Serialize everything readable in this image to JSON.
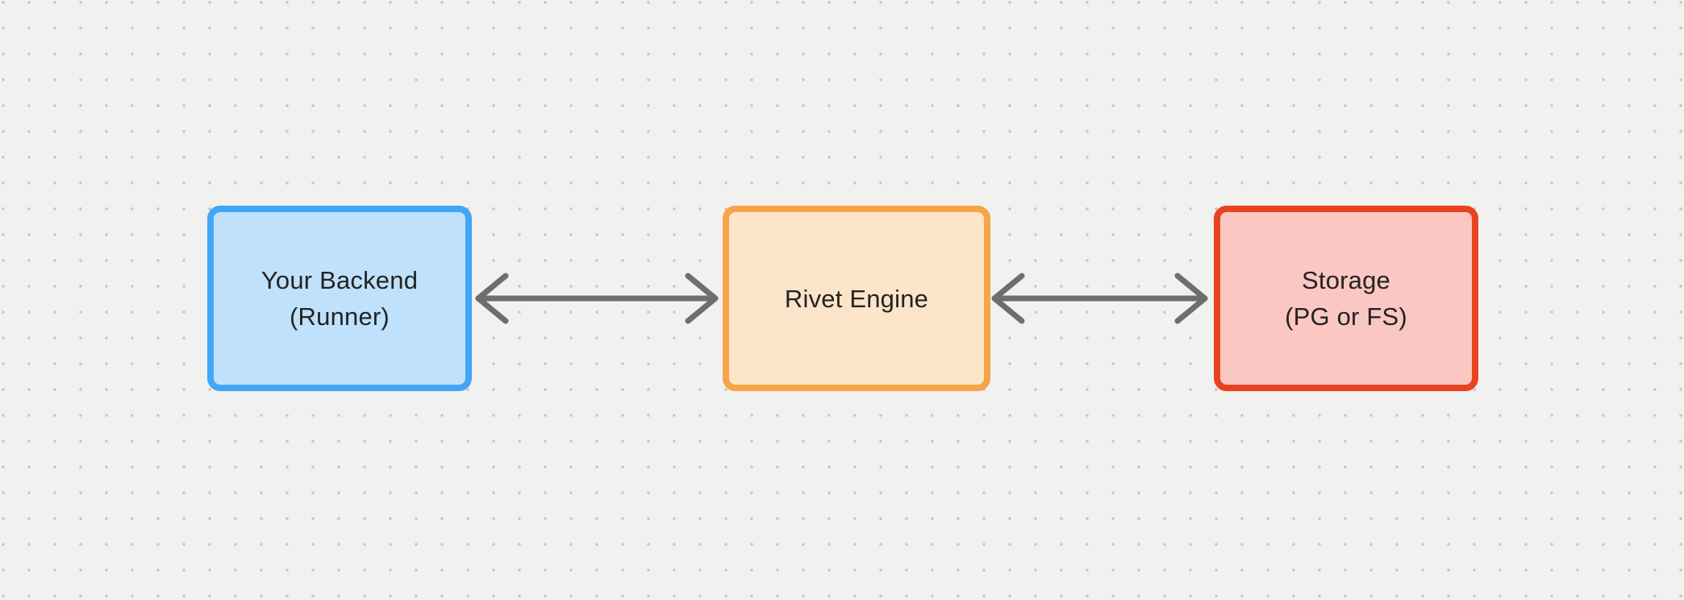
{
  "diagram": {
    "nodes": [
      {
        "id": "your-backend",
        "label_line1": "Your Backend",
        "label_line2": "(Runner)"
      },
      {
        "id": "rivet-engine",
        "label_line1": "Rivet Engine",
        "label_line2": ""
      },
      {
        "id": "storage",
        "label_line1": "Storage",
        "label_line2": "(PG or FS)"
      }
    ],
    "edges": [
      {
        "from": "your-backend",
        "to": "rivet-engine",
        "direction": "bidirectional"
      },
      {
        "from": "rivet-engine",
        "to": "storage",
        "direction": "bidirectional"
      }
    ]
  },
  "colors": {
    "bg": "#f1f1f0",
    "dot": "#c7c7c7",
    "text": "#232323",
    "arrow": "#6e6e6e",
    "backend-stroke": "#42a6f6",
    "backend-fill": "#bfe1fb",
    "engine-stroke": "#f7a348",
    "engine-fill": "#fce4c9",
    "storage-stroke": "#e8431f",
    "storage-fill": "#fbc7c2"
  }
}
